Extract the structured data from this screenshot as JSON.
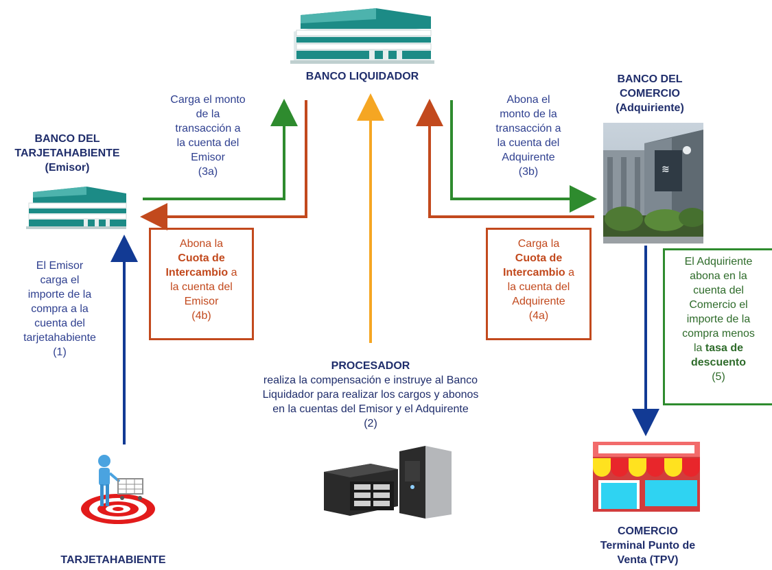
{
  "nodes": {
    "banco_liquidador": {
      "title": "BANCO LIQUIDADOR"
    },
    "banco_tarjetahabiente": {
      "lines": [
        "BANCO DEL",
        "TARJETAHABIENTE",
        "(Emisor)"
      ]
    },
    "banco_comercio": {
      "lines": [
        "BANCO DEL",
        "COMERCIO",
        "(Adquiriente)"
      ]
    },
    "tarjetahabiente": {
      "title": "TARJETAHABIENTE"
    },
    "procesador": {
      "title": "PROCESADOR",
      "lines": [
        "realiza la compensación e instruye al Banco",
        "Liquidador para realizar los cargos y abonos",
        "en la cuentas del Emisor y el Adquirente",
        "(2)"
      ]
    },
    "comercio": {
      "lines": [
        "COMERCIO",
        "Terminal Punto de",
        "Venta (TPV)"
      ]
    }
  },
  "steps": {
    "s3a": {
      "lines": [
        "Carga el monto",
        "de la",
        "transacción a",
        "la cuenta del",
        "Emisor",
        "(3a)"
      ]
    },
    "s3b": {
      "lines": [
        "Abona el",
        "monto de la",
        "transacción a",
        "la cuenta del",
        "Adquirente",
        "(3b)"
      ]
    },
    "s1": {
      "lines": [
        "El Emisor",
        "carga el",
        "importe de la",
        "compra a la",
        "cuenta del",
        "tarjetahabiente",
        "(1)"
      ]
    },
    "s4b": {
      "l1": "Abona la",
      "bold1": "Cuota de",
      "bold2": "Intercambio",
      "tail": "a",
      "l4": "la cuenta del",
      "l5": "Emisor",
      "l6": "(4b)"
    },
    "s4a": {
      "l1": "Carga la",
      "bold1": "Cuota de",
      "bold2": "Intercambio",
      "tail": "a",
      "l4": "la cuenta del",
      "l5": "Adquirente",
      "l6": "(4a)"
    },
    "s5": {
      "lines": [
        "El Adquiriente",
        "abona en la",
        "cuenta del",
        "Comercio el",
        "importe de la",
        "compra menos"
      ],
      "pre": "la",
      "bold": "tasa de",
      "bold2": "descuento",
      "num": "(5)"
    }
  },
  "colors": {
    "navy": "#1f2d6b",
    "blue_arrow": "#123a94",
    "green_arrow": "#2e8b2e",
    "red_arrow": "#c2491d",
    "orange_arrow": "#f5a623"
  }
}
